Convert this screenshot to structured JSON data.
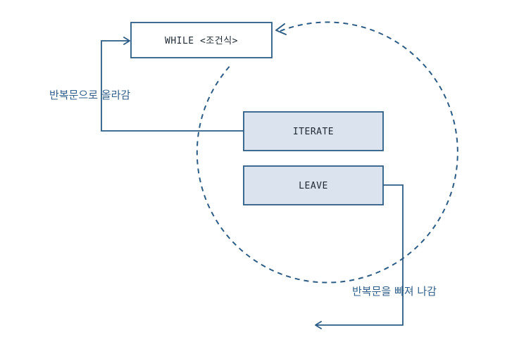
{
  "diagram": {
    "while_box": {
      "label": "WHILE <조건식>"
    },
    "iterate_box": {
      "label": "ITERATE"
    },
    "leave_box": {
      "label": "LEAVE"
    },
    "go_back_label": "반복문으로 올라감",
    "exit_label": "반복문을 빠져 나감",
    "colors": {
      "line": "#2b5c85",
      "box_fill_highlight": "#dbe3ee",
      "box_fill_plain": "#ffffff",
      "text": "#1f2a33",
      "note_text": "#2f5f8a"
    }
  }
}
